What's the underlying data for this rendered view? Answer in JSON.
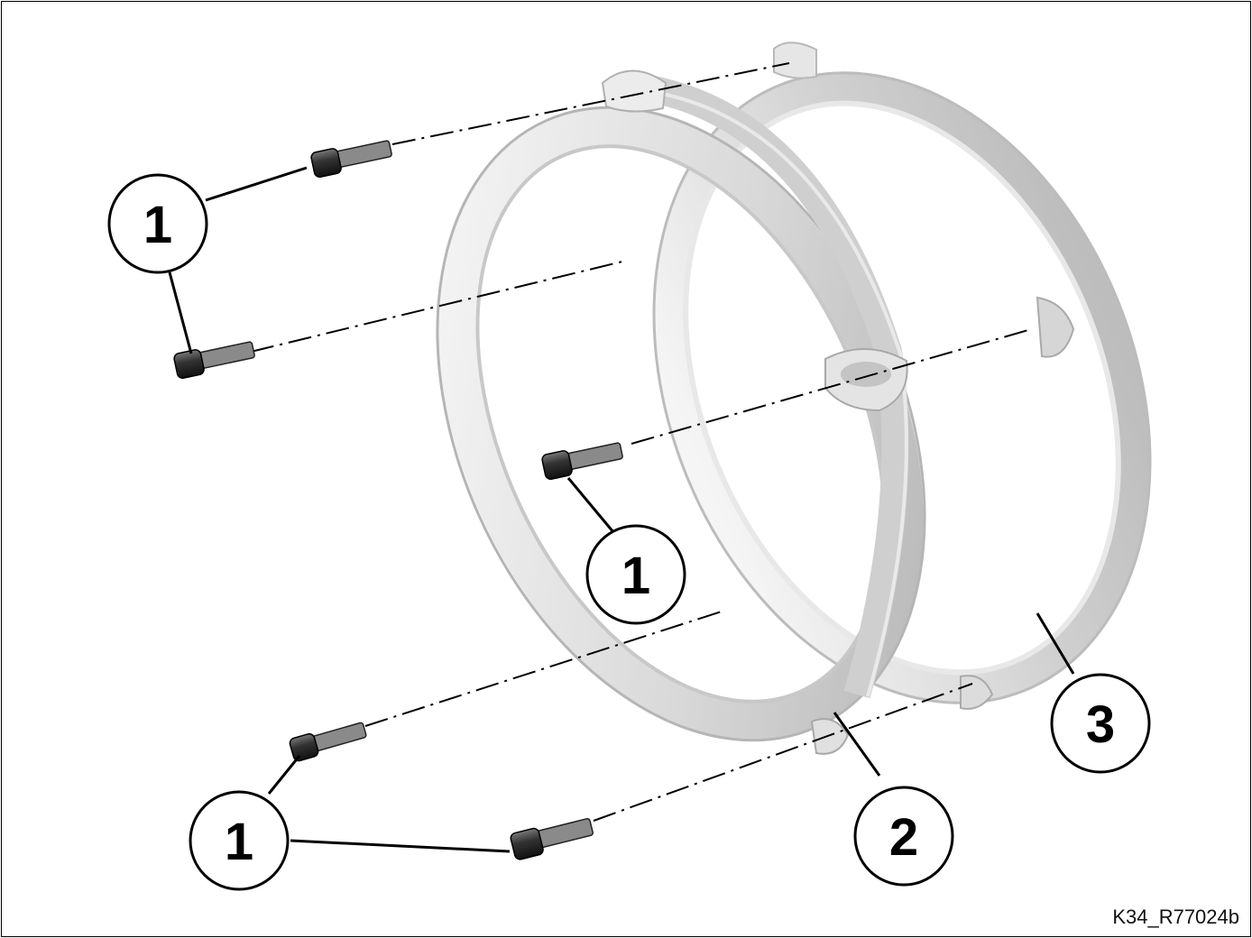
{
  "figure_id": "K34_R77024b",
  "callouts": [
    {
      "key": "screw-top-left",
      "label": "1"
    },
    {
      "key": "screw-center",
      "label": "1"
    },
    {
      "key": "screw-bottom-left",
      "label": "1"
    },
    {
      "key": "headlight-trim-ring",
      "label": "2"
    },
    {
      "key": "outer-retaining-ring",
      "label": "3"
    }
  ],
  "colors": {
    "line": "#000000",
    "ring_light": "#f2f2f2",
    "ring_mid": "#d4d4d4",
    "ring_dark": "#a9a9a9",
    "screw": "#2a2a2a"
  }
}
